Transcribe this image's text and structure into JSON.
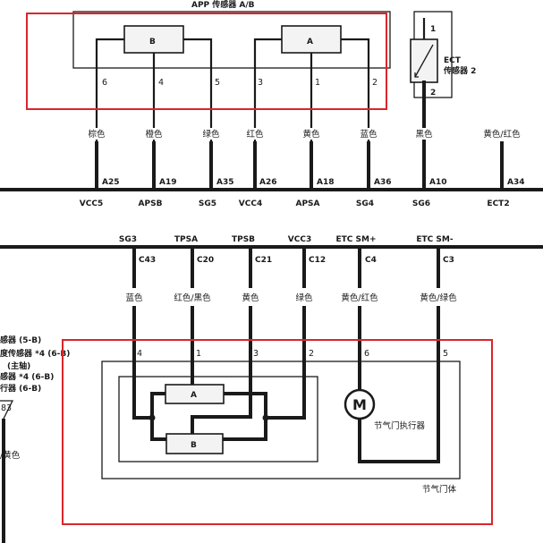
{
  "app_sensor": {
    "title": "APP 传感器 A/B",
    "block_b": "B",
    "block_a": "A",
    "pins": [
      "6",
      "4",
      "5",
      "3",
      "1",
      "2"
    ],
    "wire_colors": [
      "棕色",
      "橙色",
      "绿色",
      "红色",
      "黄色",
      "蓝色"
    ],
    "terminals": [
      "A25",
      "A19",
      "A35",
      "A26",
      "A18",
      "A36"
    ],
    "signals": [
      "VCC5",
      "APSB",
      "SG5",
      "VCC4",
      "APSA",
      "SG4"
    ]
  },
  "ect_sensor": {
    "title_line1": "ECT",
    "title_line2": "传感器 2",
    "pin_top": "1",
    "pin_bottom": "2",
    "wire_color": "黑色",
    "terminal": "A10",
    "signal": "SG6"
  },
  "ect2": {
    "wire_color": "黄色/红色",
    "terminal": "A34",
    "signal": "ECT2"
  },
  "throttle_body": {
    "signals": [
      "SG3",
      "TPSA",
      "TPSB",
      "VCC3",
      "ETC SM+",
      "ETC SM-"
    ],
    "terminals": [
      "C43",
      "C20",
      "C21",
      "C12",
      "C4",
      "C3"
    ],
    "wire_colors": [
      "蓝色",
      "红色/黑色",
      "黄色",
      "绿色",
      "黄色/红色",
      "黄色/绿色"
    ],
    "pins": [
      "4",
      "1",
      "3",
      "2",
      "6",
      "5"
    ],
    "block_a": "A",
    "block_b": "B",
    "motor_label": "M",
    "actuator_label": "节气门执行器",
    "body_label": "节气门体"
  },
  "left_notes": {
    "lines": [
      "感器 (5-B)",
      "度传感器 *4 (6-B)",
      "(主轴)",
      "感器 *4 (6-B)",
      "行器 (6-B)"
    ],
    "connector_number": "83",
    "wire_color": "/黄色"
  }
}
